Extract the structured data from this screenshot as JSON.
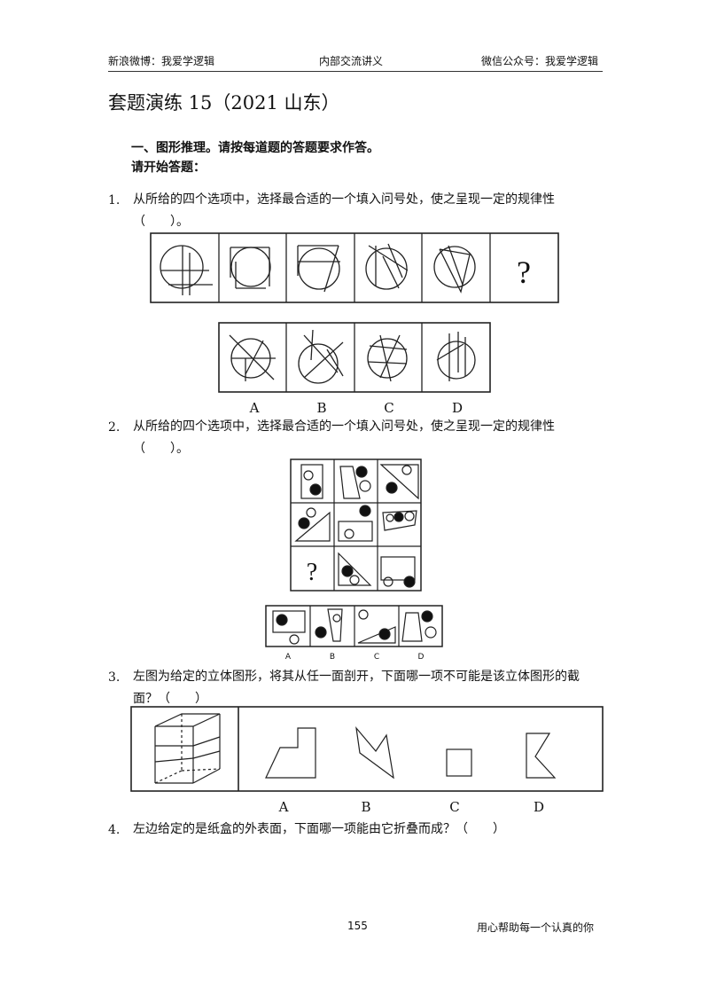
{
  "header": {
    "left": "新浪微博：我爱学逻辑",
    "center": "内部交流讲义",
    "right": "微信公众号：我爱学逻辑"
  },
  "title": "套题演练 15（2021 山东）",
  "section": {
    "heading": "一、图形推理。请按每道题的答题要求作答。",
    "instruction": "请开始答题："
  },
  "questions": [
    {
      "number": "1.",
      "line1": "从所给的四个选项中，选择最合适的一个填入问号处，使之呈现一定的规律性",
      "line2": "（　　）。",
      "question_mark": "?",
      "options": [
        "A",
        "B",
        "C",
        "D"
      ]
    },
    {
      "number": "2.",
      "line1": "从所给的四个选项中，选择最合适的一个填入问号处，使之呈现一定的规律性",
      "line2": "（　　）。",
      "question_mark": "?",
      "options": [
        "A",
        "B",
        "C",
        "D"
      ]
    },
    {
      "number": "3.",
      "line1": "左图为给定的立体图形，将其从任一面剖开，下面哪一项不可能是该立体图形的截",
      "line2": "面？（　　）",
      "options": [
        "A",
        "B",
        "C",
        "D"
      ]
    },
    {
      "number": "4.",
      "line1": "左边给定的是纸盒的外表面，下面哪一项能由它折叠而成？（　　）"
    }
  ],
  "footer": {
    "page": "155",
    "slogan": "用心帮助每一个认真的你"
  }
}
